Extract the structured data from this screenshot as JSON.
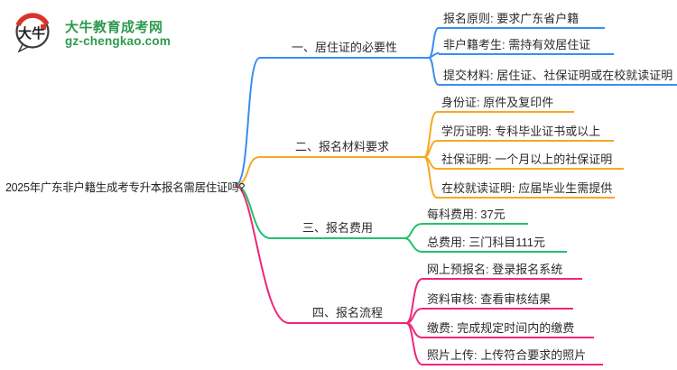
{
  "logo": {
    "badge_text": "大牛",
    "site_name": "大牛教育成考网",
    "site_url": "gz-chengkao.com"
  },
  "root": {
    "text": "2025年广东非户籍生成考专升本报名需居住证吗?"
  },
  "colors": {
    "blue": "#3A8EF0",
    "orange": "#F7A821",
    "green": "#21C16D",
    "pink": "#EF2779",
    "logo_green": "#2E9A4E",
    "badge_red": "#D9342B",
    "ink": "#2B2B2B",
    "dot_gray": "#8C8C8C"
  },
  "branches": [
    {
      "label": "一、居住证的必要性",
      "color": "blue",
      "items": [
        {
          "text": "报名原则: 要求广东省户籍"
        },
        {
          "text": "非户籍考生: 需持有效居住证"
        },
        {
          "text": "提交材料: 居住证、社保证明或在校就读证明"
        }
      ]
    },
    {
      "label": "二、报名材料要求",
      "color": "orange",
      "items": [
        {
          "text": "身份证: 原件及复印件"
        },
        {
          "text": "学历证明: 专科毕业证书或以上"
        },
        {
          "text": "社保证明: 一个月以上的社保证明"
        },
        {
          "text": "在校就读证明: 应届毕业生需提供"
        }
      ]
    },
    {
      "label": "三、报名费用",
      "color": "green",
      "items": [
        {
          "text": "每科费用: 37元"
        },
        {
          "text": "总费用: 三门科目111元"
        }
      ]
    },
    {
      "label": "四、报名流程",
      "color": "pink",
      "items": [
        {
          "text": "网上预报名: 登录报名系统"
        },
        {
          "text": "资料审核: 查看审核结果"
        },
        {
          "text": "缴费: 完成规定时间内的缴费"
        },
        {
          "text": "照片上传: 上传符合要求的照片"
        }
      ]
    }
  ]
}
